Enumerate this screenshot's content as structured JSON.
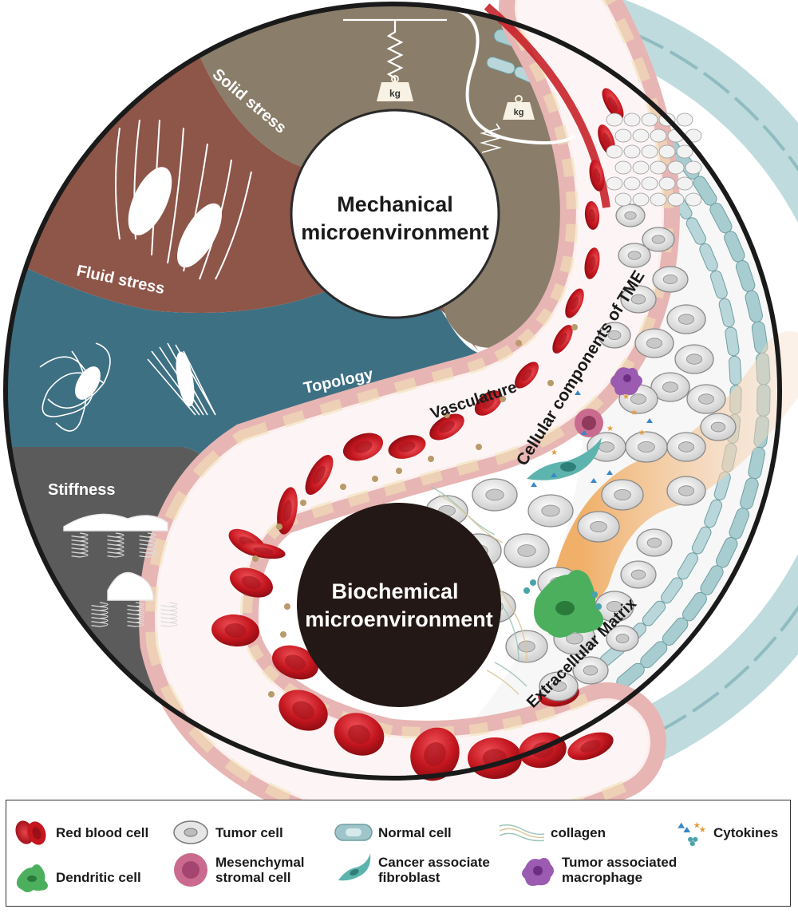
{
  "center_labels": {
    "mechanical_line1": "Mechanical",
    "mechanical_line2": "microenvironment",
    "biochemical_line1": "Biochemical",
    "biochemical_line2": "microenvironment"
  },
  "sector_labels": {
    "solid_stress": "Solid stress",
    "fluid_stress": "Fluid stress",
    "topology": "Topology",
    "stiffness": "Stiffness",
    "vasculature": "Vasculature",
    "cellular_components": "Cellular components of TME",
    "extracellular_matrix": "Extracellular Matrix"
  },
  "weight_label": "kg",
  "legend": {
    "red_blood_cell": "Red blood cell",
    "tumor_cell": "Tumor cell",
    "normal_cell": "Normal cell",
    "collagen": "collagen",
    "cytokines": "Cytokines",
    "dendritic_cell": "Dendritic cell",
    "msc_line1": "Mesenchymal",
    "msc_line2": "stromal cell",
    "caf_line1": "Cancer associate",
    "caf_line2": "fibroblast",
    "tam_line1": "Tumor associated",
    "tam_line2": "macrophage"
  },
  "colors": {
    "solid_stress": "#8a7d6a",
    "fluid_stress": "#8e5549",
    "topology": "#3e7083",
    "stiffness": "#5b5b5b",
    "vessel_wall": "#ecc6c4",
    "red_blood_cell": "#c4161f",
    "normal_cell": "#9ec5c9",
    "tumor_cell": "#dcdcdc",
    "dendritic_cell": "#4caf5e",
    "msc": "#c96a8e",
    "caf": "#5db3ad",
    "tam": "#9a5bb0",
    "cytokine_blue": "#3a87c8",
    "cytokine_orange": "#e59a3a"
  }
}
